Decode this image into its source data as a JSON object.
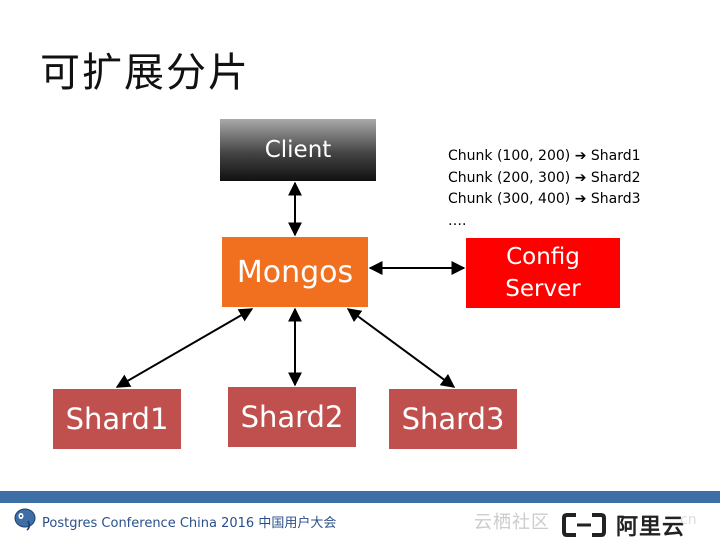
{
  "title": "可扩展分片",
  "nodes": {
    "client": "Client",
    "mongos": "Mongos",
    "config_line1": "Config",
    "config_line2": "Server",
    "shard1": "Shard1",
    "shard2": "Shard2",
    "shard3": "Shard3"
  },
  "chunks": [
    {
      "range": "Chunk (100, 200)",
      "target": "Shard1"
    },
    {
      "range": "Chunk (200, 300)",
      "target": "Shard2"
    },
    {
      "range": "Chunk (300, 400)",
      "target": "Shard3"
    }
  ],
  "chunks_ellipsis": "….",
  "arrow_symbol": "➔",
  "footer": {
    "conference": "Postgres Conference China 2016 中国用户大会",
    "watermark": "云栖社区",
    "brand": "阿里云",
    "suffix": "cn"
  },
  "colors": {
    "mongos": "#f07020",
    "config": "#ff0000",
    "shard": "#c0504d",
    "footer_bar": "#3d6fa6"
  }
}
